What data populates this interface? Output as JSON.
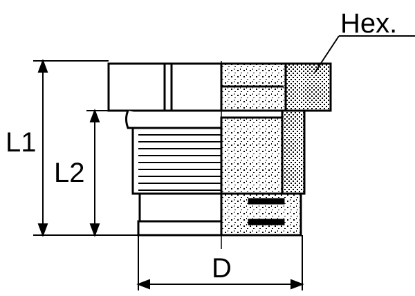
{
  "labels": {
    "hex": "Hex.",
    "l1": "L1",
    "l2": "L2",
    "d": "D"
  },
  "colors": {
    "ink": "#000000",
    "paper": "#ffffff"
  }
}
